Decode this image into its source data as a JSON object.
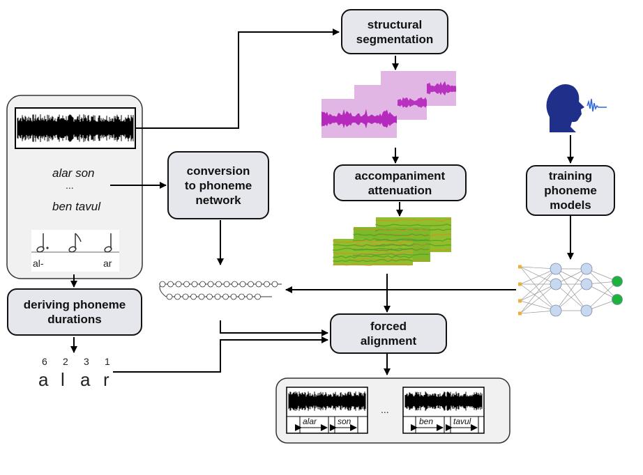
{
  "boxes": {
    "structural_segmentation": "structural\nsegmentation",
    "conversion": "conversion\nto phoneme\nnetwork",
    "accompaniment": "accompaniment\nattenuation",
    "training": "training\nphoneme\nmodels",
    "deriving": "deriving phoneme\ndurations",
    "forced_alignment": "forced\nalignment"
  },
  "lyrics": {
    "line1": "alar son",
    "ellipsis": "...",
    "line2": "ben tavul"
  },
  "score": {
    "syllable1": "al-",
    "syllable2": "ar"
  },
  "durations": {
    "numbers": [
      "6",
      "2",
      "3",
      "1"
    ],
    "letters": [
      "a",
      "l",
      "a",
      "r"
    ]
  },
  "output": {
    "words_left": [
      "alar",
      "son"
    ],
    "words_right": [
      "ben",
      "tavul"
    ],
    "ellipsis": "..."
  },
  "colors": {
    "box_fill": "#e6e7ec",
    "spectrogram_pink": "#e2b6e4",
    "waveform_purple": "#b01ab8",
    "chromagram_green": "#7bbf2a",
    "head_blue": "#1f2f8a",
    "node_blue": "#c8d8f0",
    "output_green": "#1db33a",
    "input_yellow": "#e8b23a"
  }
}
